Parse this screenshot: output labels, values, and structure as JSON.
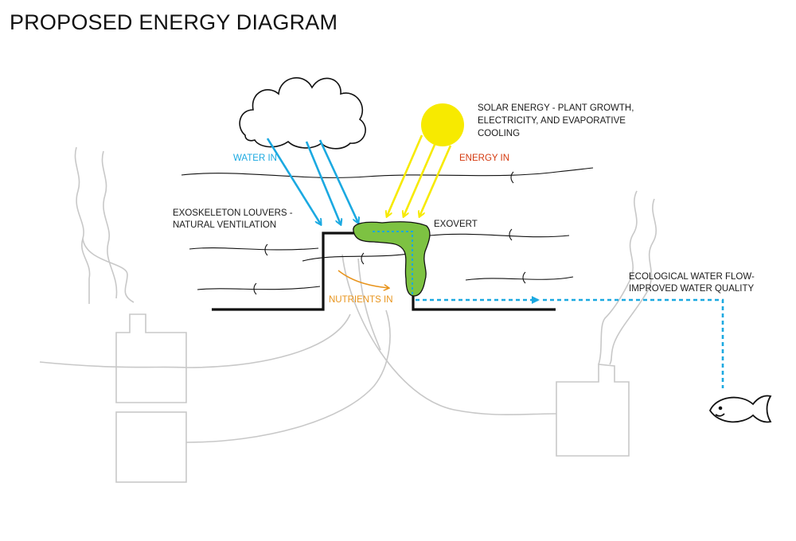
{
  "title": "PROPOSED ENERGY DIAGRAM",
  "labels": {
    "water_in": "WATER IN",
    "energy_in": "ENERGY IN",
    "solar_line1": "SOLAR ENERGY - PLANT GROWTH,",
    "solar_line2": "ELECTRICITY, AND EVAPORATIVE",
    "solar_line3": "COOLING",
    "louvers_line1": "EXOSKELETON LOUVERS  -",
    "louvers_line2": "NATURAL VENTILATION",
    "exovert": "EXOVERT",
    "nutrients_in": "NUTRIENTS IN",
    "water_flow_line1": "ECOLOGICAL WATER FLOW-",
    "water_flow_line2": "IMPROVED WATER QUALITY"
  },
  "colors": {
    "water": "#1ba9e1",
    "energy": "#d4380d",
    "solar": "#f7ea00",
    "nutrients": "#e8941c",
    "plant": "#7dc242",
    "sketch_gray": "#c8c8c8",
    "ink": "#111111"
  },
  "icons": [
    "cloud-icon",
    "sun-icon",
    "fish-icon",
    "smokestack-icon"
  ]
}
